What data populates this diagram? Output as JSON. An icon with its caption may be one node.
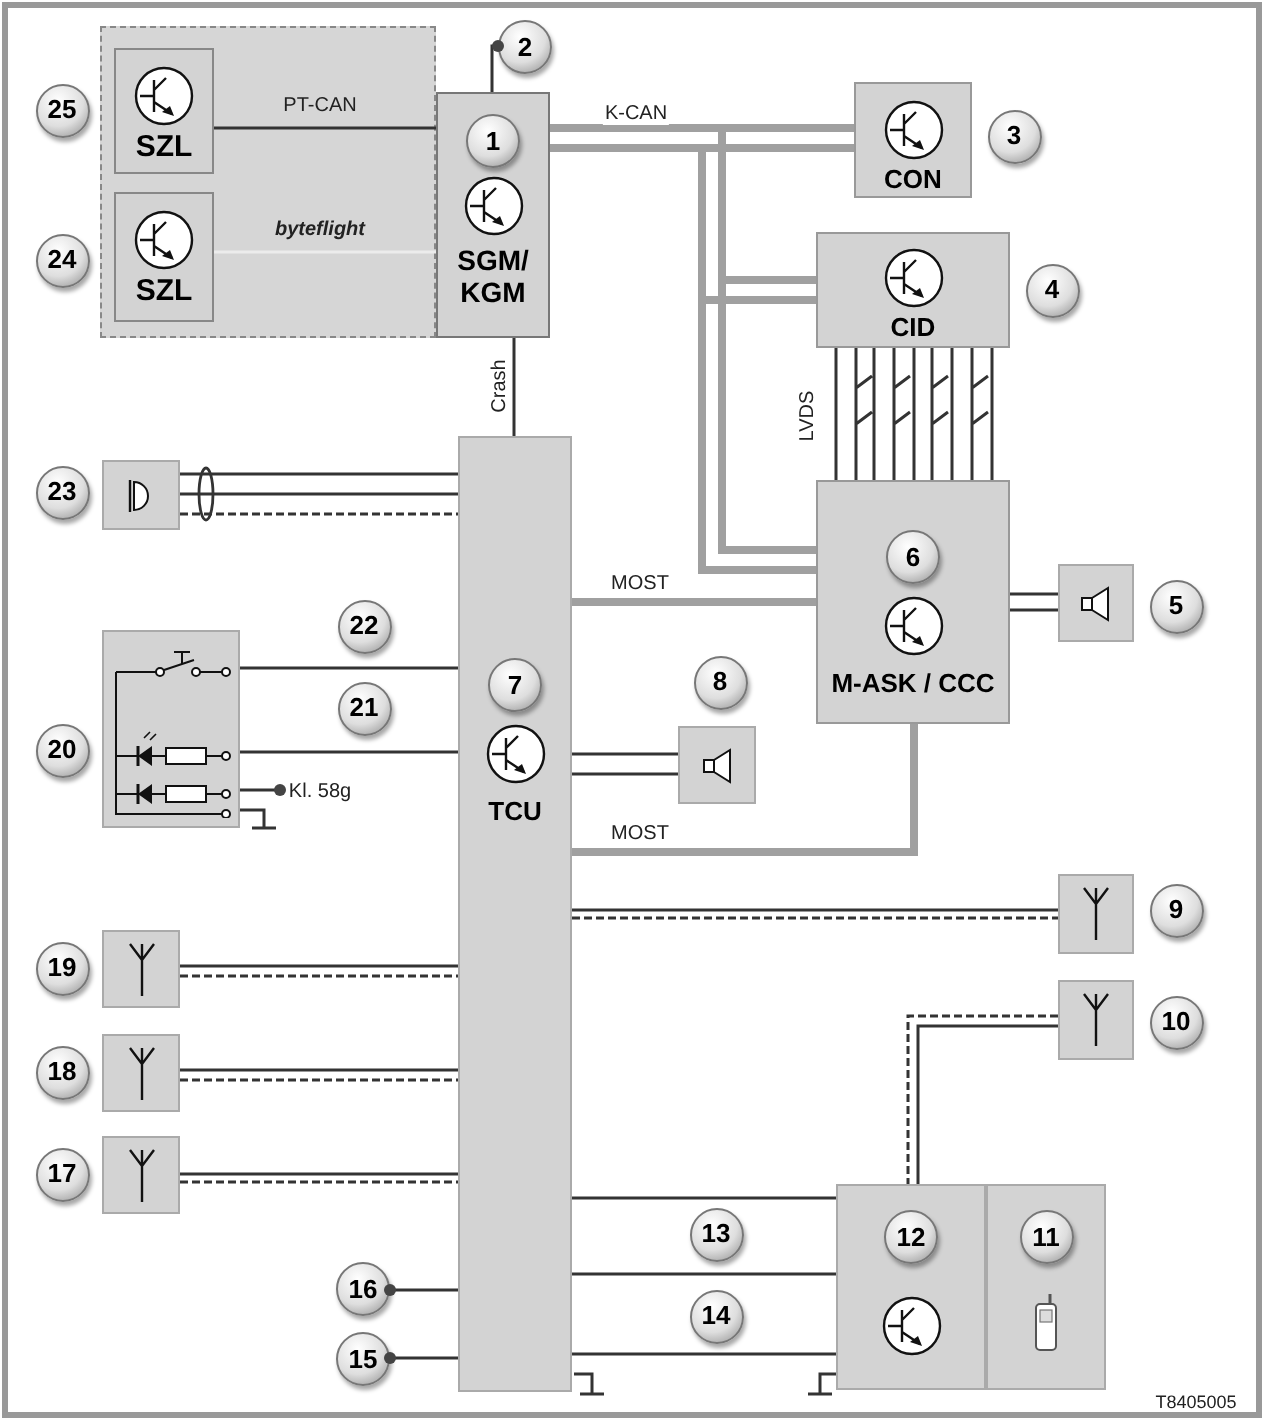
{
  "diagram": {
    "nodes": [
      {
        "text": [],
        "shape": "box"
      },
      {
        "text": [
          "SZL"
        ],
        "in": 0
      },
      {
        "text": [
          "SZL"
        ],
        "in": 0
      },
      {
        "text": [
          "1",
          "SGM/ KGM"
        ]
      },
      {
        "text": [
          "CON"
        ]
      },
      {
        "text": [
          "CID"
        ]
      },
      {
        "text": [
          "6",
          "M-ASK / CCC"
        ]
      },
      {
        "text": [],
        "shape": "box"
      },
      {
        "text": [
          "7",
          "TCU"
        ]
      },
      {
        "text": [],
        "shape": "box"
      },
      {
        "text": [],
        "shape": "box"
      },
      {
        "text": [],
        "shape": "box"
      },
      {
        "text": [],
        "shape": "box"
      },
      {
        "text": [],
        "shape": "box"
      },
      {
        "text": [],
        "shape": "box"
      },
      {
        "text": [],
        "shape": "box"
      },
      {
        "text": [],
        "shape": "box"
      },
      {
        "text": [
          "12"
        ]
      },
      {
        "text": [
          "11"
        ]
      },
      {
        "text": [
          "2"
        ]
      },
      {
        "text": [
          "16"
        ]
      },
      {
        "text": [
          "15"
        ]
      },
      {
        "text": [
          "25"
        ]
      },
      {
        "text": [
          "24"
        ]
      },
      {
        "text": [
          "3"
        ]
      },
      {
        "text": [
          "4"
        ]
      },
      {
        "text": [
          "5"
        ]
      },
      {
        "text": [
          "8"
        ]
      },
      {
        "text": [
          "23"
        ]
      },
      {
        "text": [
          "20"
        ]
      },
      {
        "text": [
          "22"
        ]
      },
      {
        "text": [
          "21"
        ]
      },
      {
        "text": [
          "9"
        ]
      },
      {
        "text": [
          "10"
        ]
      },
      {
        "text": [
          "19"
        ]
      },
      {
        "text": [
          "18"
        ]
      },
      {
        "text": [
          "17"
        ]
      },
      {
        "text": [
          "13"
        ]
      },
      {
        "text": [
          "14"
        ]
      }
    ],
    "edges": [
      {
        "from": 1,
        "to": 3,
        "arrow": "none",
        "label": "PT-CAN"
      },
      {
        "from": 2,
        "to": 3,
        "arrow": "none",
        "label": "byteflight",
        "color": "#ececec"
      },
      {
        "from": 3,
        "to": 19,
        "arrow": "other"
      },
      {
        "from": 3,
        "to": 4,
        "arrow": "none",
        "label": "K-CAN",
        "style": "thick",
        "color": "#a0a0a0"
      },
      {
        "from": 3,
        "to": 5,
        "arrow": "none",
        "style": "thick",
        "color": "#a0a0a0"
      },
      {
        "from": 3,
        "to": 6,
        "arrow": "none",
        "style": "thick",
        "color": "#a0a0a0"
      },
      {
        "from": 5,
        "to": 6,
        "arrow": "none",
        "label": "LVDS"
      },
      {
        "from": 6,
        "to": 7,
        "arrow": "none"
      },
      {
        "from": 3,
        "to": 8,
        "arrow": "none",
        "label": "Crash"
      },
      {
        "from": 10,
        "to": 8,
        "arrow": "none"
      },
      {
        "from": 11,
        "to": 8,
        "arrow": "none"
      },
      {
        "from": 11,
        "to": 8,
        "arrow": "none"
      },
      {
        "from": 11,
        "to": null,
        "arrow": "other",
        "label": "Kl. 58g"
      },
      {
        "from": 6,
        "to": 8,
        "arrow": "none",
        "label": "MOST",
        "style": "thick",
        "color": "#a0a0a0"
      },
      {
        "from": 8,
        "to": 6,
        "arrow": "none",
        "label": "MOST",
        "style": "thick",
        "color": "#a0a0a0"
      },
      {
        "from": 8,
        "to": 9,
        "arrow": "none"
      },
      {
        "from": 8,
        "to": 12,
        "arrow": "none",
        "style": "dashed"
      },
      {
        "from": 14,
        "to": 8,
        "arrow": "none",
        "style": "dashed"
      },
      {
        "from": 15,
        "to": 8,
        "arrow": "none",
        "style": "dashed"
      },
      {
        "from": 16,
        "to": 8,
        "arrow": "none",
        "style": "dashed"
      },
      {
        "from": 13,
        "to": 17,
        "arrow": "none",
        "style": "dashed"
      },
      {
        "from": 8,
        "to": 17,
        "arrow": "none"
      },
      {
        "from": 8,
        "to": 17,
        "arrow": "none"
      },
      {
        "from": 8,
        "to": 17,
        "arrow": "none"
      },
      {
        "from": 8,
        "to": 20,
        "arrow": "other"
      },
      {
        "from": 8,
        "to": 21,
        "arrow": "other"
      }
    ],
    "labels": [
      "T8405005"
    ]
  }
}
